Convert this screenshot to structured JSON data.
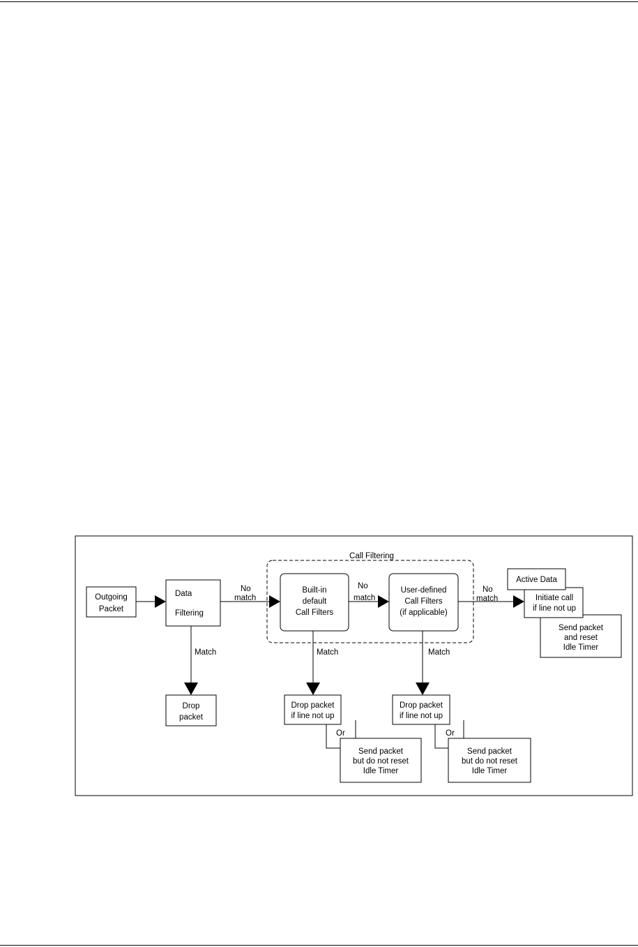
{
  "diagram": {
    "group_title": "Call Filtering",
    "nodes": {
      "outgoing": [
        "Outgoing",
        "Packet"
      ],
      "data_filtering": [
        "Data",
        "Filtering"
      ],
      "builtin": [
        "Built-in",
        "default",
        "Call Filters"
      ],
      "userdef": [
        "User-defined",
        "Call Filters",
        "(if applicable)"
      ],
      "active_data": "Active Data",
      "initiate": [
        "Initiate call",
        "if line not up"
      ],
      "send_reset": [
        "Send packet",
        "and reset",
        "Idle Timer"
      ],
      "drop_packet": [
        "Drop",
        "packet"
      ],
      "drop_if_1": [
        "Drop packet",
        "if line not up"
      ],
      "send_noreset_1": [
        "Send packet",
        "but do not reset",
        "Idle Timer"
      ],
      "drop_if_2": [
        "Drop packet",
        "if line not up"
      ],
      "send_noreset_2": [
        "Send packet",
        "but do not reset",
        "Idle Timer"
      ]
    },
    "edge_labels": {
      "no_match_1": [
        "No",
        "match"
      ],
      "no_match_2": [
        "No",
        "match"
      ],
      "no_match_3": [
        "No",
        "match"
      ],
      "match_1": "Match",
      "match_2": "Match",
      "match_3": "Match",
      "or_1": "Or",
      "or_2": "Or"
    }
  }
}
